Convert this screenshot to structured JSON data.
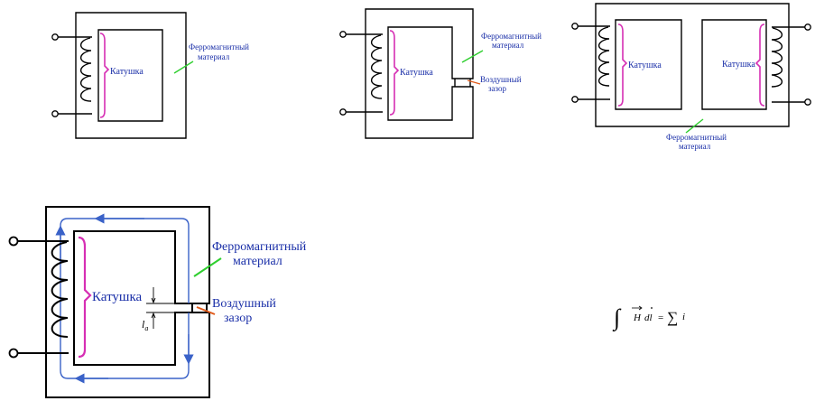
{
  "colors": {
    "core": "#000000",
    "label": "#1a2fa8",
    "brace": "#d62fb4",
    "pointer_green": "#2fcf2f",
    "pointer_red": "#e05a1a",
    "flux_path": "#3a62c8"
  },
  "diagram1": {
    "coil_label": "Катушка",
    "material_label_line1": "Ферромагнитный",
    "material_label_line2": "материал"
  },
  "diagram2": {
    "coil_label": "Катушка",
    "material_label_line1": "Ферромагнитный",
    "material_label_line2": "материал",
    "gap_label_line1": "Воздушный",
    "gap_label_line2": "зазор"
  },
  "diagram3": {
    "coil_left_label": "Катушка",
    "coil_right_label": "Катушка",
    "material_label_line1": "Ферромагнитный",
    "material_label_line2": "материал"
  },
  "diagram4": {
    "coil_label": "Катушка",
    "material_label_line1": "Ферромагнитный",
    "material_label_line2": "материал",
    "gap_label_line1": "Воздушный",
    "gap_label_line2": "зазор",
    "gap_length_symbol": "l",
    "gap_length_subscript": "a"
  },
  "formula": {
    "integral": "∫",
    "field": "H",
    "element": "dl",
    "equals": "=",
    "sum": "∑",
    "current": "i"
  }
}
